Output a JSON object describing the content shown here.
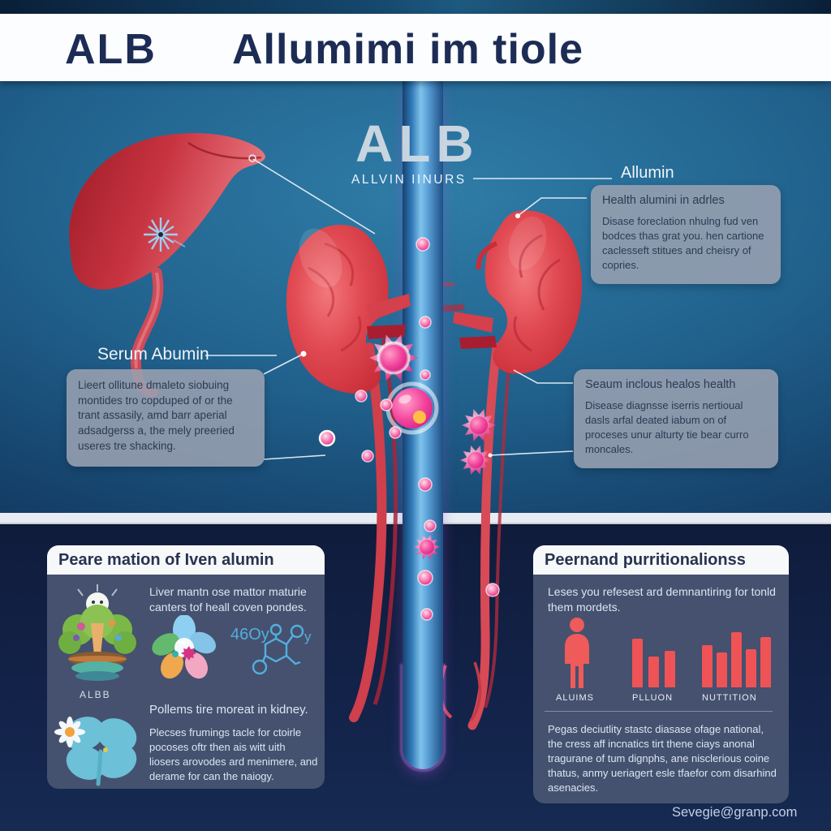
{
  "header": {
    "logo": "ALB",
    "title": "Allumimi im tiole"
  },
  "hero": {
    "watermark": "ALB",
    "subtitle": "ALLVIN IINURS",
    "label_allumin": "Allumin",
    "label_serum": "Serum Abumin"
  },
  "callouts": {
    "right_top": {
      "title": "Health alumini in adrles",
      "body": "Disase foreclation nhulng fud ven bodces thas grat you. hen cartione caclesseft stitues and cheisry of copries."
    },
    "left": {
      "body": "Lieert ollitune dmaleto siobuing montides tro copduped of or the trant assasily, amd barr aperial adsadgerss a, the mely preeried useres tre shacking."
    },
    "right_bottom": {
      "title": "Seaum inclous healos health",
      "body": "Disease diagnsse iserris nertioual dasls arfal deated iabum on of proceses unur alturty tie bear curro moncales."
    }
  },
  "panel_left": {
    "title": "Peare mation of Iven alumin",
    "item1_text": "Liver mantn ose mattor maturie canters tof heall coven pondes.",
    "plant_label": "ALBB",
    "molecule_text": "46Oy",
    "item2_title": "Pollems tire moreat in kidney.",
    "item2_body": "Plecses frumings tacle for ctoirle pocoses oftr then ais witt uith liosers arovodes ard menimere, and derame for can the naiogy."
  },
  "panel_right": {
    "title": "Peernand purritionalionss",
    "intro": "Leses you refesest ard demnantiring for tonld them mordets.",
    "person_label": "ALUIMS",
    "bars1": {
      "label": "PLLUON",
      "values": [
        60,
        38,
        45
      ]
    },
    "bars2": {
      "label": "NUTTITION",
      "values": [
        52,
        43,
        68,
        47,
        62
      ]
    },
    "footer": "Pegas deciutlity stastc diasase ofage national, the cress aff incnatics tirt thene ciays anonal tragurane of tum dignphs, ane nisclerious coine thatus, anmy ueriagert esle tfaefor com disarhind asenacies."
  },
  "footer": {
    "email": "Sevegie@granp.com"
  },
  "colors": {
    "accent_red": "#ef5356",
    "tube_blue": "#3e85c8",
    "organ_red": "#c92c38",
    "navy_title": "#1c2c55",
    "panel_slate": "#4a566e"
  }
}
